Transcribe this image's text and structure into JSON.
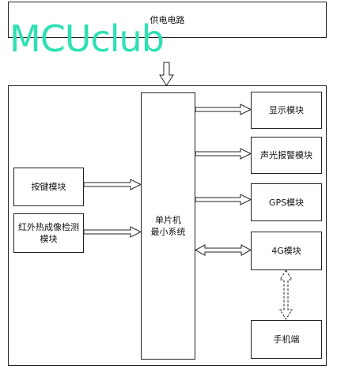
{
  "diagram": {
    "power_supply": "供电电路",
    "mcu_line1": "单片机",
    "mcu_line2": "最小系统",
    "key_module": "按键模块",
    "ir_module_line1": "红外热成像检测",
    "ir_module_line2": "模块",
    "display_module": "显示模块",
    "alarm_module": "声光报警模块",
    "gps_module": "GPS模块",
    "module_4g": "4G模块",
    "phone": "手机端"
  },
  "watermark": {
    "text": "MCUclub",
    "color": "#2fe0b4"
  }
}
